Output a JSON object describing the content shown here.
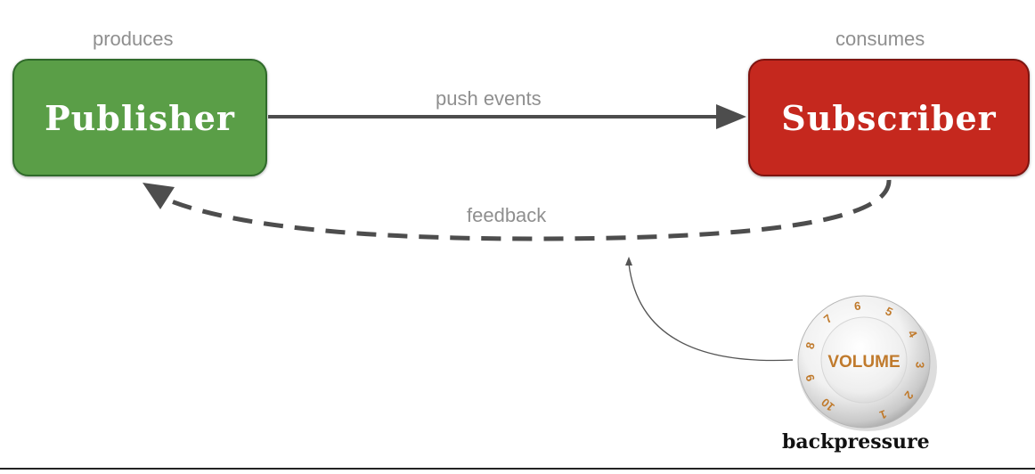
{
  "publisher": {
    "caption": "produces",
    "label": "Publisher",
    "color": "#5a9e47"
  },
  "subscriber": {
    "caption": "consumes",
    "label": "Subscriber",
    "color": "#c5281e"
  },
  "push_arrow": {
    "label": "push events",
    "color": "#4d4d4d"
  },
  "feedback_arrow": {
    "label": "feedback",
    "color": "#4d4d4d",
    "style": "dashed"
  },
  "knob": {
    "center_label": "VOLUME",
    "dial_numbers": [
      "1",
      "2",
      "3",
      "4",
      "5",
      "6",
      "7",
      "8",
      "9",
      "10"
    ],
    "label_color": "#c07a2c",
    "icon": "volume-knob-icon"
  },
  "backpressure": {
    "label": "backpressure"
  }
}
